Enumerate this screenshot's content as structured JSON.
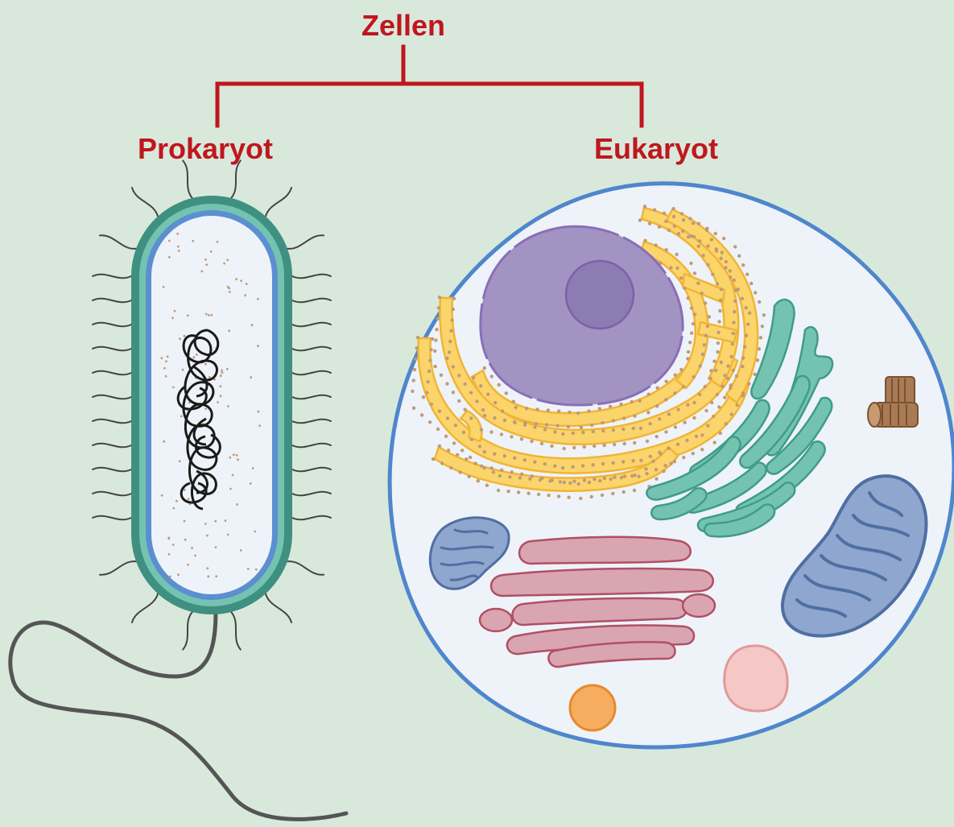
{
  "diagram": {
    "root_label": "Zellen",
    "branches": [
      {
        "label": "Prokaryot"
      },
      {
        "label": "Eukaryot"
      }
    ]
  },
  "colors": {
    "background": "#d8e9dc",
    "label_red": "#c0161d",
    "prokaryote_wall": "#3f9080",
    "prokaryote_membrane": "#5b8fd0",
    "cytoplasm": "#eef3f9",
    "eukaryote_membrane": "#4f86cc",
    "nucleus": "#a293c3",
    "nucleolus": "#8d7bb3",
    "rough_er": "#fbd56b",
    "ribosome_dots": "#c09a78",
    "smooth_er": "#74c3b1",
    "golgi": "#d9a5b0",
    "mitochondrion": "#8fa6cf",
    "vesicle_pink": "#f5c7c7",
    "vesicle_orange": "#f7ad5f",
    "centriole": "#a87a56"
  }
}
